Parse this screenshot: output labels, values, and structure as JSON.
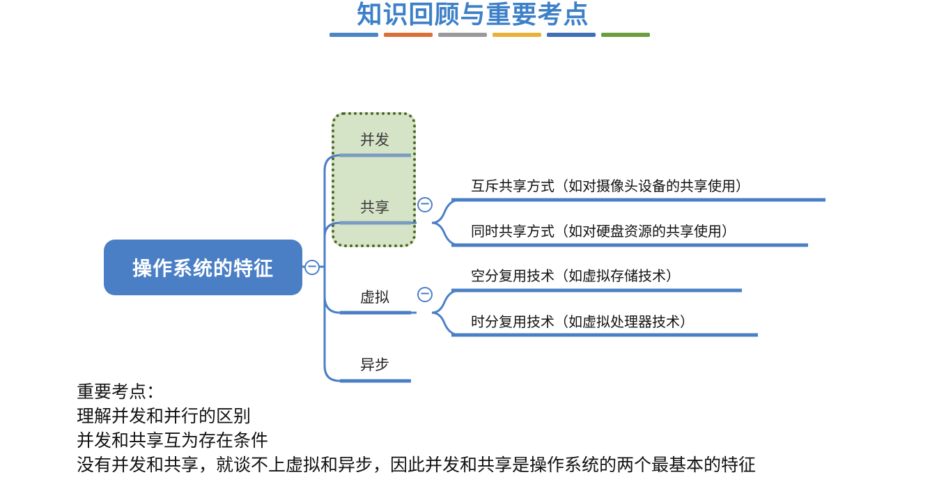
{
  "title": "知识回顾与重要考点",
  "title_bar_colors": [
    "#4a86c5",
    "#d9703a",
    "#9a9a9a",
    "#e8b23a",
    "#3f6fb5",
    "#6a9e3e"
  ],
  "mindmap": {
    "root": "操作系统的特征",
    "branches": [
      {
        "label": "并发"
      },
      {
        "label": "共享",
        "children": [
          "互斥共享方式（如对摄像头设备的共享使用）",
          "同时共享方式（如对硬盘资源的共享使用）"
        ]
      },
      {
        "label": "虚拟",
        "children": [
          "空分复用技术（如虚拟存储技术）",
          "时分复用技术（如虚拟处理器技术）"
        ]
      },
      {
        "label": "异步"
      }
    ],
    "highlighted": [
      "并发",
      "共享"
    ],
    "collapse_symbol": "−",
    "colors": {
      "root_fill": "#4a7fc6",
      "line": "#4a7fc6",
      "highlight_fill": "#d5e3c6",
      "highlight_border": "#4f6628"
    }
  },
  "notes": {
    "heading": "重要考点：",
    "lines": [
      "理解并发和并行的区别",
      "并发和共享互为存在条件",
      "没有并发和共享，就谈不上虚拟和异步，因此并发和共享是操作系统的两个最基本的特征"
    ]
  }
}
